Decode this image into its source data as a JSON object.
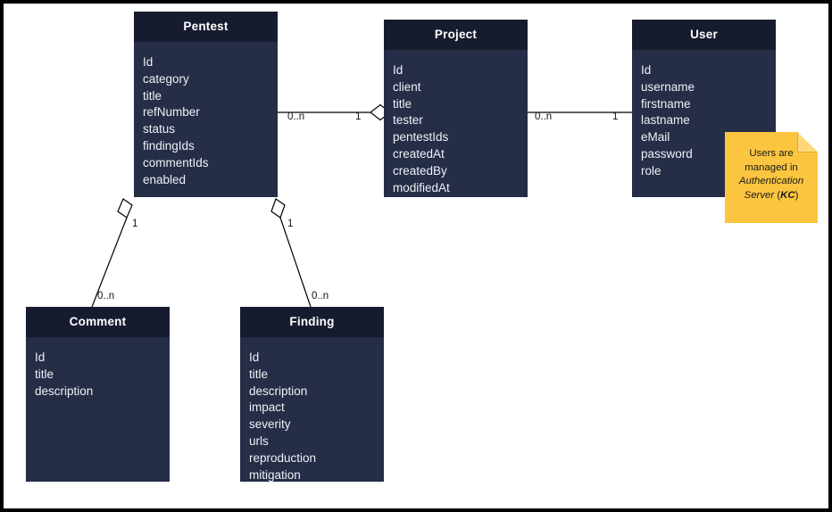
{
  "diagram": {
    "title": "Pentest domain model class diagram",
    "background": "#ffffff",
    "frame_color": "#000000",
    "class_header_color": "#161c2e",
    "class_body_color": "#252d47",
    "class_text_color": "#f0f1f6",
    "note_color": "#fbc53f"
  },
  "classes": [
    {
      "key": "pentest",
      "name": "Pentest",
      "attributes": [
        "Id",
        "category",
        "title",
        "refNumber",
        "status",
        "findingIds",
        "commentIds",
        "enabled"
      ]
    },
    {
      "key": "project",
      "name": "Project",
      "attributes": [
        "Id",
        "client",
        "title",
        "tester",
        "pentestIds",
        "createdAt",
        "createdBy",
        "modifiedAt"
      ]
    },
    {
      "key": "user",
      "name": "User",
      "attributes": [
        "Id",
        "username",
        "firstname",
        "lastname",
        "eMail",
        "password",
        "role"
      ]
    },
    {
      "key": "comment",
      "name": "Comment",
      "attributes": [
        "Id",
        "title",
        "description"
      ]
    },
    {
      "key": "finding",
      "name": "Finding",
      "attributes": [
        "Id",
        "title",
        "description",
        "impact",
        "severity",
        "urls",
        "reproduction",
        "mitigation"
      ]
    }
  ],
  "relations": [
    {
      "key": "pentest-project",
      "from": "Pentest",
      "to": "Project",
      "from_multiplicity": "0..n",
      "to_multiplicity": "1",
      "aggregation_end": "Project"
    },
    {
      "key": "project-user",
      "from": "Project",
      "to": "User",
      "from_multiplicity": "0..n",
      "to_multiplicity": "1",
      "aggregation_end": "none"
    },
    {
      "key": "pentest-comment",
      "from": "Pentest",
      "to": "Comment",
      "from_multiplicity": "1",
      "to_multiplicity": "0..n",
      "aggregation_end": "Pentest"
    },
    {
      "key": "pentest-finding",
      "from": "Pentest",
      "to": "Finding",
      "from_multiplicity": "1",
      "to_multiplicity": "0..n",
      "aggregation_end": "Pentest"
    }
  ],
  "note": {
    "line1": "Users are",
    "line2": "managed in",
    "line3_italic": "Authentication",
    "line4_italic": "Server",
    "line4_paren_open": " (",
    "line4_bold": "KC",
    "line4_paren_close": ")"
  },
  "multiplicity_labels": {
    "pentest_project_left": "0..n",
    "pentest_project_right": "1",
    "project_user_left": "0..n",
    "project_user_right": "1",
    "pentest_comment_top": "1",
    "pentest_comment_bottom": "0..n",
    "pentest_finding_top": "1",
    "pentest_finding_bottom": "0..n"
  }
}
